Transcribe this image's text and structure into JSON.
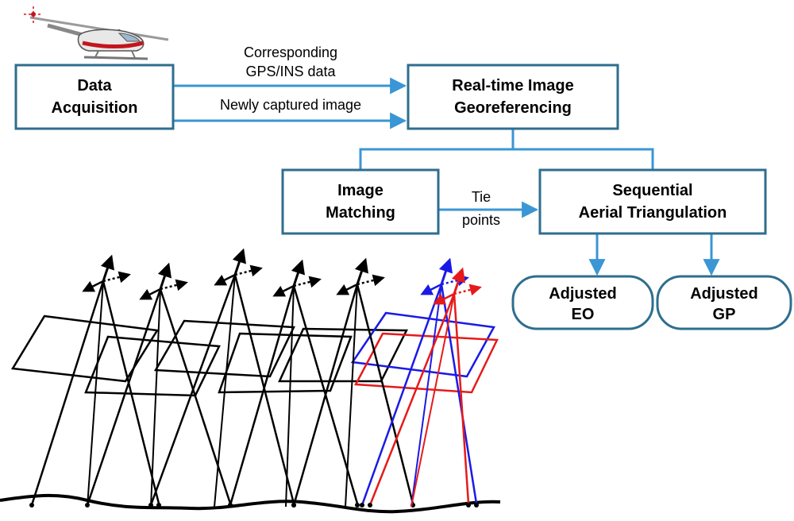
{
  "colors": {
    "box_stroke": "#2e6e8e",
    "connector": "#3a96d4",
    "camera_black": "#000000",
    "camera_blue": "#1a1ae6",
    "camera_red": "#e61a1a"
  },
  "nodes": {
    "data_acquisition": {
      "line1": "Data",
      "line2": "Acquisition"
    },
    "georeferencing": {
      "line1": "Real-time Image",
      "line2": "Georeferencing"
    },
    "image_matching": {
      "line1": "Image",
      "line2": "Matching"
    },
    "triangulation": {
      "line1": "Sequential",
      "line2": "Aerial Triangulation"
    },
    "adjusted_eo": {
      "line1": "Adjusted",
      "line2": "EO"
    },
    "adjusted_gp": {
      "line1": "Adjusted",
      "line2": "GP"
    }
  },
  "edges": {
    "gps_ins": {
      "line1": "Corresponding",
      "line2": "GPS/INS data"
    },
    "new_image": {
      "line1": "Newly captured image"
    },
    "tie_points": {
      "line1": "Tie",
      "line2": "points"
    }
  },
  "icons": {
    "aircraft": "helicopter-icon"
  }
}
